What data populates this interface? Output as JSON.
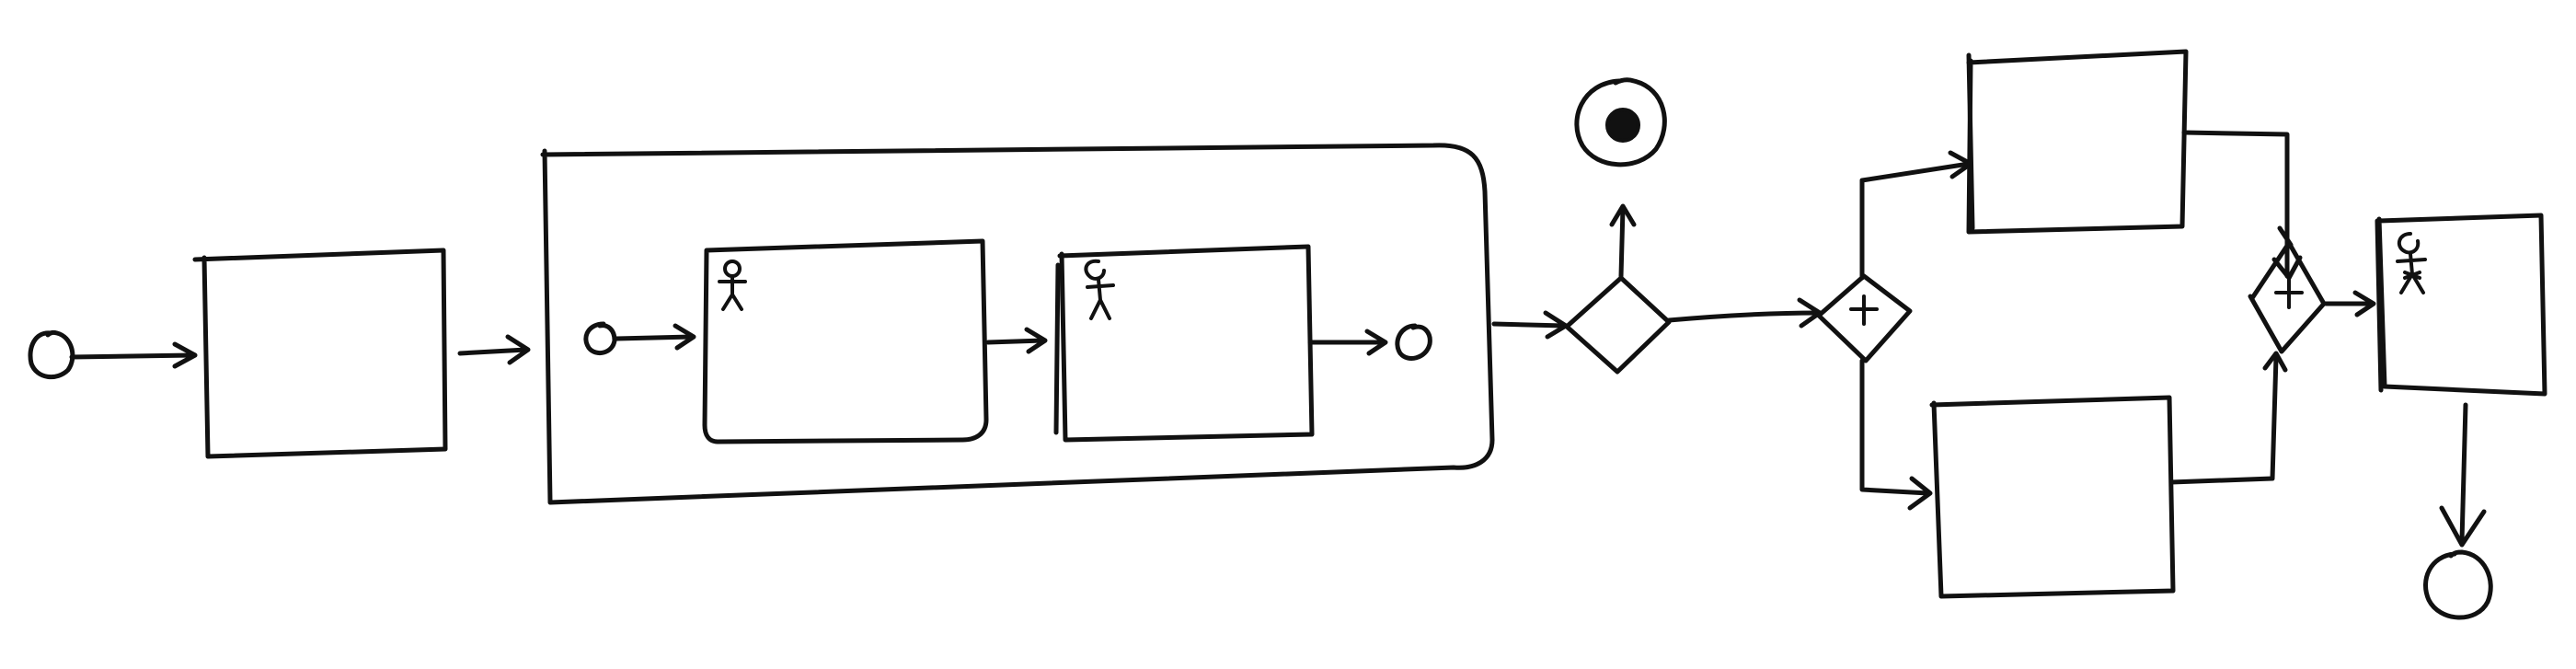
{
  "diagram": {
    "type": "bpmn-sketch",
    "style": "hand-drawn",
    "ink_color": "#111111",
    "background_color": "#ffffff",
    "nodes": [
      {
        "id": "start-event",
        "kind": "start-event"
      },
      {
        "id": "task-1",
        "kind": "task",
        "text": ""
      },
      {
        "id": "subprocess",
        "kind": "sub-process",
        "text": ""
      },
      {
        "id": "sub-start-event",
        "kind": "start-event"
      },
      {
        "id": "user-task-1",
        "kind": "user-task",
        "icon": "person-icon",
        "text": ""
      },
      {
        "id": "user-task-2",
        "kind": "user-task",
        "icon": "person-icon",
        "text": ""
      },
      {
        "id": "sub-end-event",
        "kind": "end-event"
      },
      {
        "id": "exclusive-gateway",
        "kind": "exclusive-gateway"
      },
      {
        "id": "terminate-end-event",
        "kind": "terminate-end-event"
      },
      {
        "id": "parallel-split-gateway",
        "kind": "parallel-gateway",
        "symbol": "+"
      },
      {
        "id": "task-top",
        "kind": "task",
        "text": ""
      },
      {
        "id": "task-bottom",
        "kind": "task",
        "text": ""
      },
      {
        "id": "parallel-join-gateway",
        "kind": "parallel-gateway",
        "symbol": "+"
      },
      {
        "id": "user-task-3",
        "kind": "user-task",
        "icon": "person-icon",
        "text": ""
      },
      {
        "id": "end-event",
        "kind": "end-event"
      }
    ],
    "flows": [
      {
        "from": "start-event",
        "to": "task-1"
      },
      {
        "from": "task-1",
        "to": "subprocess"
      },
      {
        "from": "sub-start-event",
        "to": "user-task-1"
      },
      {
        "from": "user-task-1",
        "to": "user-task-2"
      },
      {
        "from": "user-task-2",
        "to": "sub-end-event"
      },
      {
        "from": "subprocess",
        "to": "exclusive-gateway"
      },
      {
        "from": "exclusive-gateway",
        "to": "terminate-end-event"
      },
      {
        "from": "exclusive-gateway",
        "to": "parallel-split-gateway"
      },
      {
        "from": "parallel-split-gateway",
        "to": "task-top"
      },
      {
        "from": "parallel-split-gateway",
        "to": "task-bottom"
      },
      {
        "from": "task-top",
        "to": "parallel-join-gateway"
      },
      {
        "from": "task-bottom",
        "to": "parallel-join-gateway"
      },
      {
        "from": "parallel-join-gateway",
        "to": "user-task-3"
      },
      {
        "from": "user-task-3",
        "to": "end-event"
      }
    ]
  }
}
